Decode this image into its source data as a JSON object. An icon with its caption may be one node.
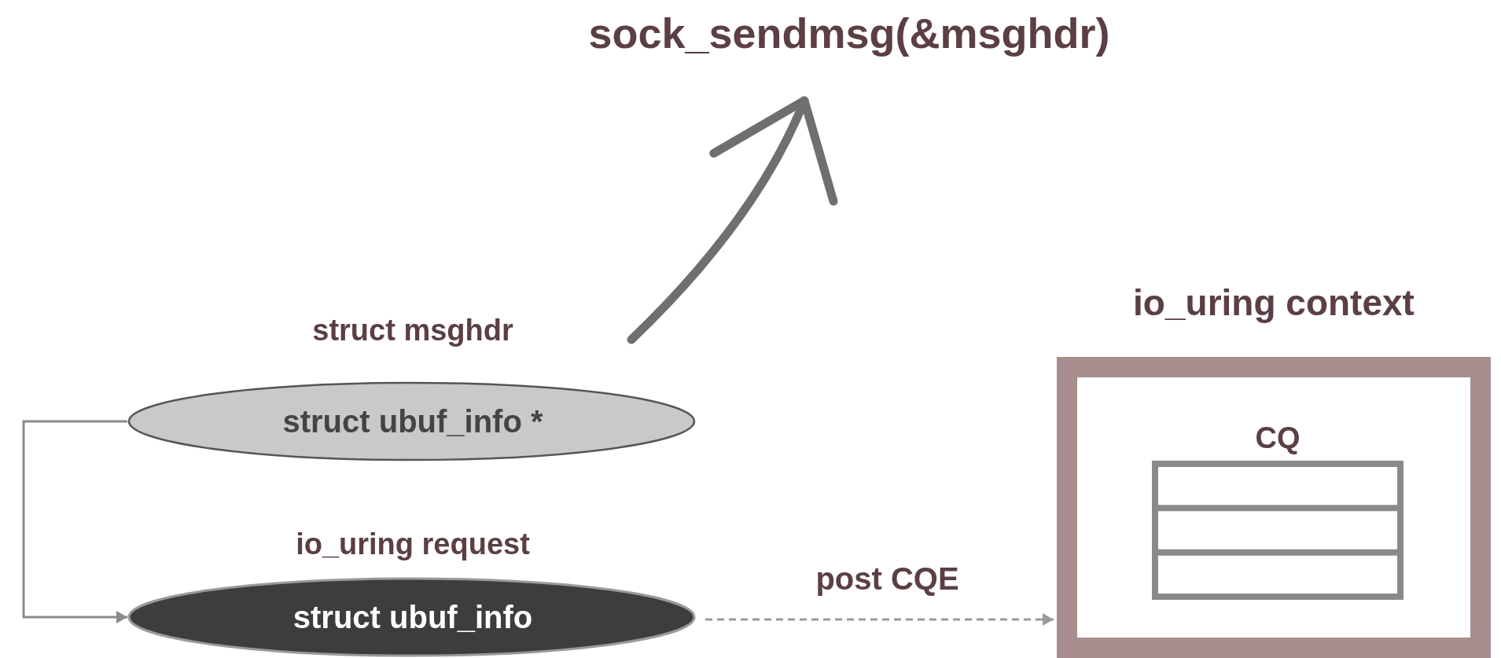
{
  "diagram": {
    "nodes": [
      {
        "text": [
          "sock_sendmsg(&msghdr)"
        ]
      },
      {
        "text": [
          "struct msghdr",
          "struct ubuf_info *"
        ]
      },
      {
        "text": [
          "io_uring request",
          "struct ubuf_info"
        ]
      },
      {
        "text": [
          "io_uring context"
        ]
      },
      {
        "text": [
          "CQ"
        ],
        "in": 3
      }
    ],
    "edges": [
      {
        "from": 1,
        "to": 0,
        "arrow": "to",
        "style": "thick"
      },
      {
        "from": 1,
        "to": 2,
        "arrow": "to"
      },
      {
        "from": 2,
        "to": 3,
        "arrow": "to",
        "label": "post CQE",
        "style": "dashed"
      }
    ]
  }
}
